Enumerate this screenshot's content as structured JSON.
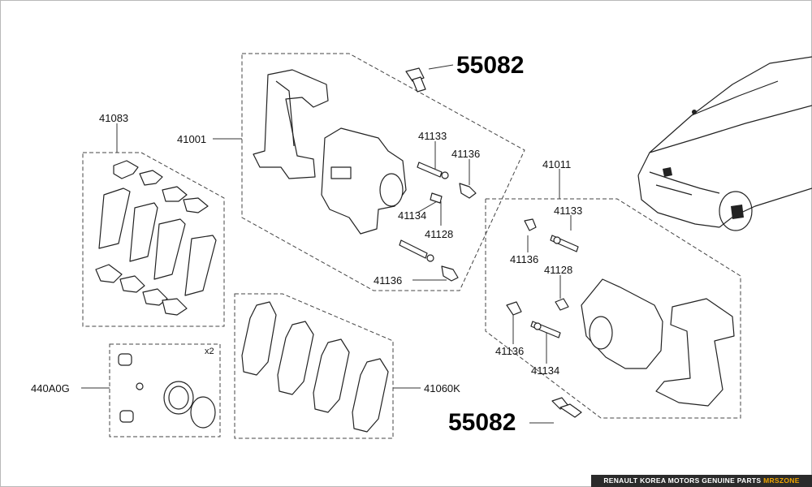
{
  "callouts": {
    "p41083": "41083",
    "p41001": "41001",
    "p55082_top": "55082",
    "p41133_a": "41133",
    "p41136_a": "41136",
    "p41134_a": "41134",
    "p41128_a": "41128",
    "p41136_b": "41136",
    "p41011": "41011",
    "p41133_b": "41133",
    "p41136_c": "41136",
    "p41128_b": "41128",
    "p41136_d": "41136",
    "p41134_b": "41134",
    "p55082_bottom": "55082",
    "p440A0G": "440A0G",
    "p41060K": "41060K",
    "qty_x2": "x2"
  },
  "footer": {
    "text": "RENAULT KOREA MOTORS GENUINE PARTS ",
    "brand": "MRSZONE"
  },
  "colors": {
    "line": "#333333",
    "footer_bg": "#2b2b2b",
    "footer_brand": "#f0a500"
  }
}
